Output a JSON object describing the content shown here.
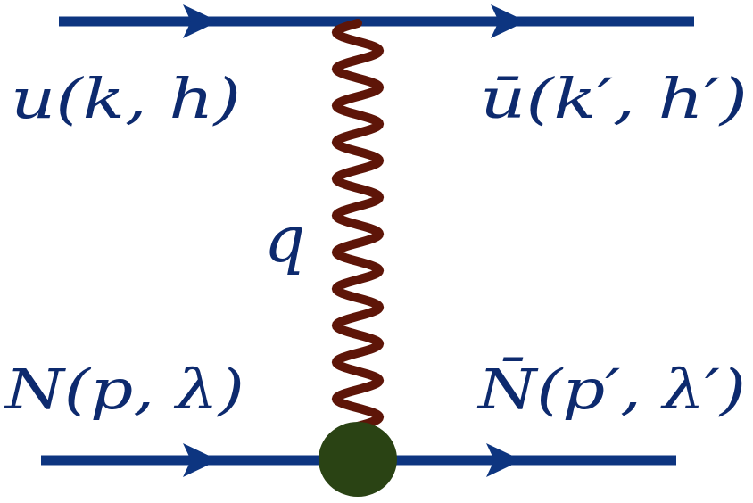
{
  "colors": {
    "fermion_line": "#0d3580",
    "photon": "#5e1508",
    "vertex": "#2a4314",
    "label": "#0d2a6e"
  },
  "labels": {
    "incoming_lepton": "u(k, h)",
    "outgoing_lepton": "ū(k′, h′)",
    "photon": "q",
    "incoming_nucleon": "N(p, λ)",
    "outgoing_nucleon": "N̄(p′, λ′)"
  }
}
